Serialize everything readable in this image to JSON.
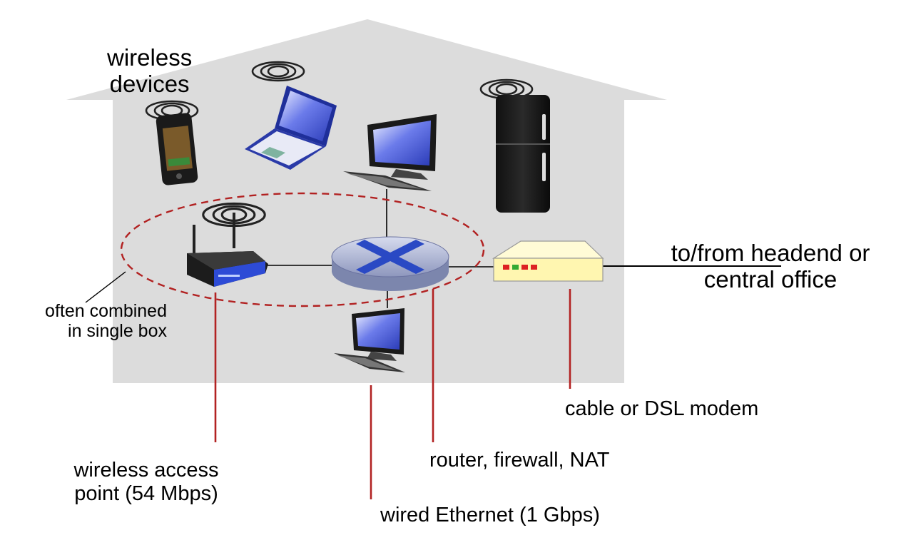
{
  "labels": {
    "wireless_devices": [
      "wireless",
      "devices"
    ],
    "often_combined": [
      "often combined",
      "in single box"
    ],
    "headend": [
      "to/from headend or",
      "central office"
    ],
    "modem": "cable or DSL modem",
    "router": "router, firewall, NAT",
    "access_point": [
      "wireless access",
      "point (54 Mbps)"
    ],
    "ethernet": "wired Ethernet (1 Gbps)"
  },
  "colors": {
    "house": "#dcdcdc",
    "callout_line": "#b22222",
    "dashed_ellipse": "#b22222",
    "router_body": "#a9b0cc",
    "router_x": "#2a49c4",
    "modem_body": "#fff6b0",
    "screen": "#4a5bd8"
  },
  "icons": [
    "phone-icon",
    "laptop-icon",
    "desktop-icon",
    "refrigerator-icon",
    "wireless-router-icon",
    "router-icon",
    "modem-icon",
    "desktop-icon"
  ]
}
